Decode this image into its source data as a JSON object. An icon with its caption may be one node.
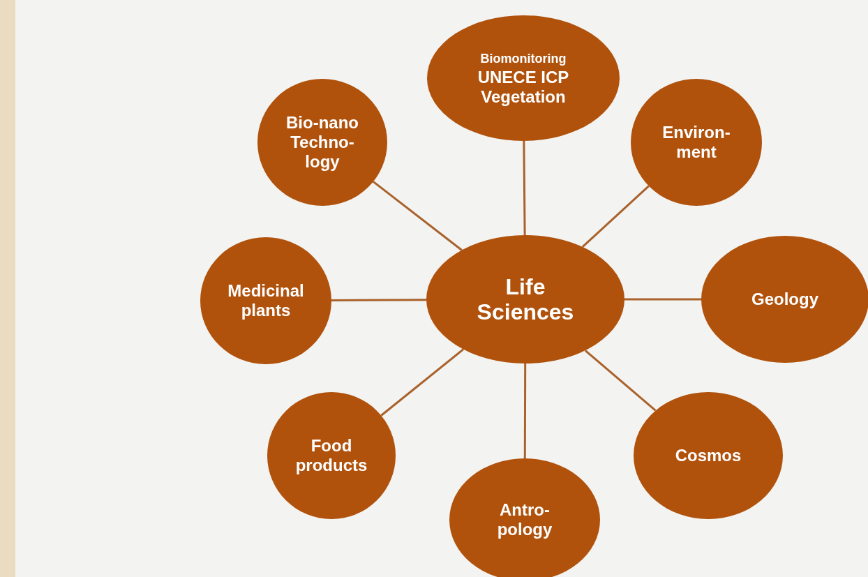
{
  "diagram": {
    "nodes": [
      {
        "text": [
          "Life Sciences"
        ]
      },
      {
        "text": [
          "Biomonitoring",
          "UNECE ICP Vegetation"
        ]
      },
      {
        "text": [
          "Bio-nano Techno- logy"
        ]
      },
      {
        "text": [
          "Environ- ment"
        ]
      },
      {
        "text": [
          "Medicinal plants"
        ]
      },
      {
        "text": [
          "Geology"
        ]
      },
      {
        "text": [
          "Food products"
        ]
      },
      {
        "text": [
          "Antro- pology"
        ]
      },
      {
        "text": [
          "Cosmos"
        ]
      }
    ],
    "edges": [
      {
        "from": 0,
        "to": 1,
        "arrow": "none"
      },
      {
        "from": 0,
        "to": 2,
        "arrow": "none"
      },
      {
        "from": 0,
        "to": 3,
        "arrow": "none"
      },
      {
        "from": 0,
        "to": 4,
        "arrow": "none"
      },
      {
        "from": 0,
        "to": 5,
        "arrow": "none"
      },
      {
        "from": 0,
        "to": 6,
        "arrow": "none"
      },
      {
        "from": 0,
        "to": 7,
        "arrow": "none"
      },
      {
        "from": 0,
        "to": 8,
        "arrow": "none"
      }
    ]
  }
}
